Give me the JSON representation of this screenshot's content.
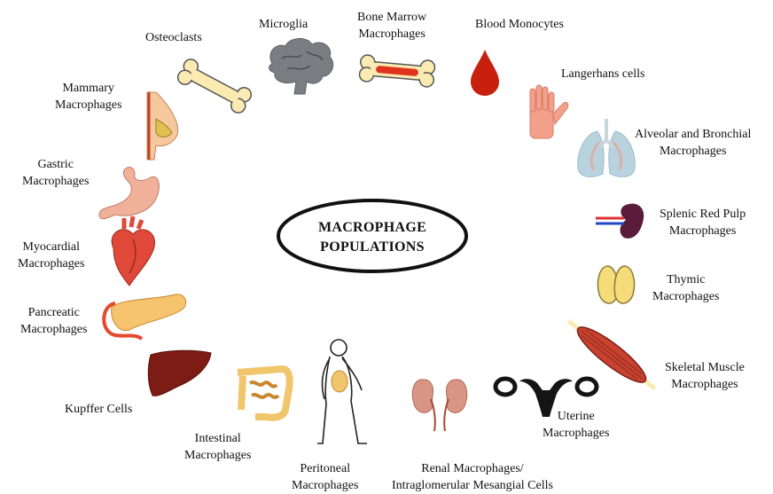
{
  "center": {
    "line1": "MACROPHAGE",
    "line2": "POPULATIONS"
  },
  "populations": [
    {
      "id": "osteoclasts",
      "icon": "bone-icon",
      "lines": [
        "Osteoclasts"
      ]
    },
    {
      "id": "microglia",
      "icon": "brain-icon",
      "lines": [
        "Microglia"
      ]
    },
    {
      "id": "bone-marrow",
      "icon": "bone-marrow-icon",
      "lines": [
        "Bone Marrow",
        "Macrophages"
      ]
    },
    {
      "id": "blood-monocytes",
      "icon": "blood-drop-icon",
      "lines": [
        "Blood Monocytes"
      ]
    },
    {
      "id": "langerhans",
      "icon": "hand-icon",
      "lines": [
        "Langerhans cells"
      ]
    },
    {
      "id": "alveolar",
      "icon": "lungs-icon",
      "lines": [
        "Alveolar and Bronchial",
        "Macrophages"
      ]
    },
    {
      "id": "splenic",
      "icon": "spleen-icon",
      "lines": [
        "Splenic Red Pulp",
        "Macrophages"
      ]
    },
    {
      "id": "thymic",
      "icon": "thymus-icon",
      "lines": [
        "Thymic",
        "Macrophages"
      ]
    },
    {
      "id": "skeletal",
      "icon": "muscle-icon",
      "lines": [
        "Skeletal Muscle",
        "Macrophages"
      ]
    },
    {
      "id": "uterine",
      "icon": "uterus-icon",
      "lines": [
        "Uterine",
        "Macrophages"
      ]
    },
    {
      "id": "renal",
      "icon": "kidneys-icon",
      "lines": [
        "Renal Macrophages/",
        "Intraglomerular Mesangial Cells"
      ]
    },
    {
      "id": "peritoneal",
      "icon": "human-figure-icon",
      "lines": [
        "Peritoneal",
        "Macrophages"
      ]
    },
    {
      "id": "intestinal",
      "icon": "intestines-icon",
      "lines": [
        "Intestinal",
        "Macrophages"
      ]
    },
    {
      "id": "kupffer",
      "icon": "liver-icon",
      "lines": [
        "Kupffer Cells"
      ]
    },
    {
      "id": "pancreatic",
      "icon": "pancreas-icon",
      "lines": [
        "Pancreatic",
        "Macrophages"
      ]
    },
    {
      "id": "myocardial",
      "icon": "heart-icon",
      "lines": [
        "Myocardial",
        "Macrophages"
      ]
    },
    {
      "id": "gastric",
      "icon": "stomach-icon",
      "lines": [
        "Gastric",
        "Macrophages"
      ]
    },
    {
      "id": "mammary",
      "icon": "breast-icon",
      "lines": [
        "Mammary",
        "Macrophages"
      ]
    }
  ],
  "colors": {
    "bone": "#fbeab1",
    "bone_stroke": "#555555",
    "marrow": "#e0331e",
    "brain": "#7b7d83",
    "blood": "#c8200e",
    "skin": "#f3a08b",
    "lungs": "#b9d3de",
    "spleen": "#5a1c3a",
    "thymus": "#f6dc78",
    "muscle": "#c9412f",
    "uterus": "#141414",
    "kidney": "#d99584",
    "gut": "#f1c56b",
    "liver": "#7c1c14",
    "pancreas": "#f6c36f",
    "heart": "#e0483a",
    "stomach": "#f1b099"
  }
}
